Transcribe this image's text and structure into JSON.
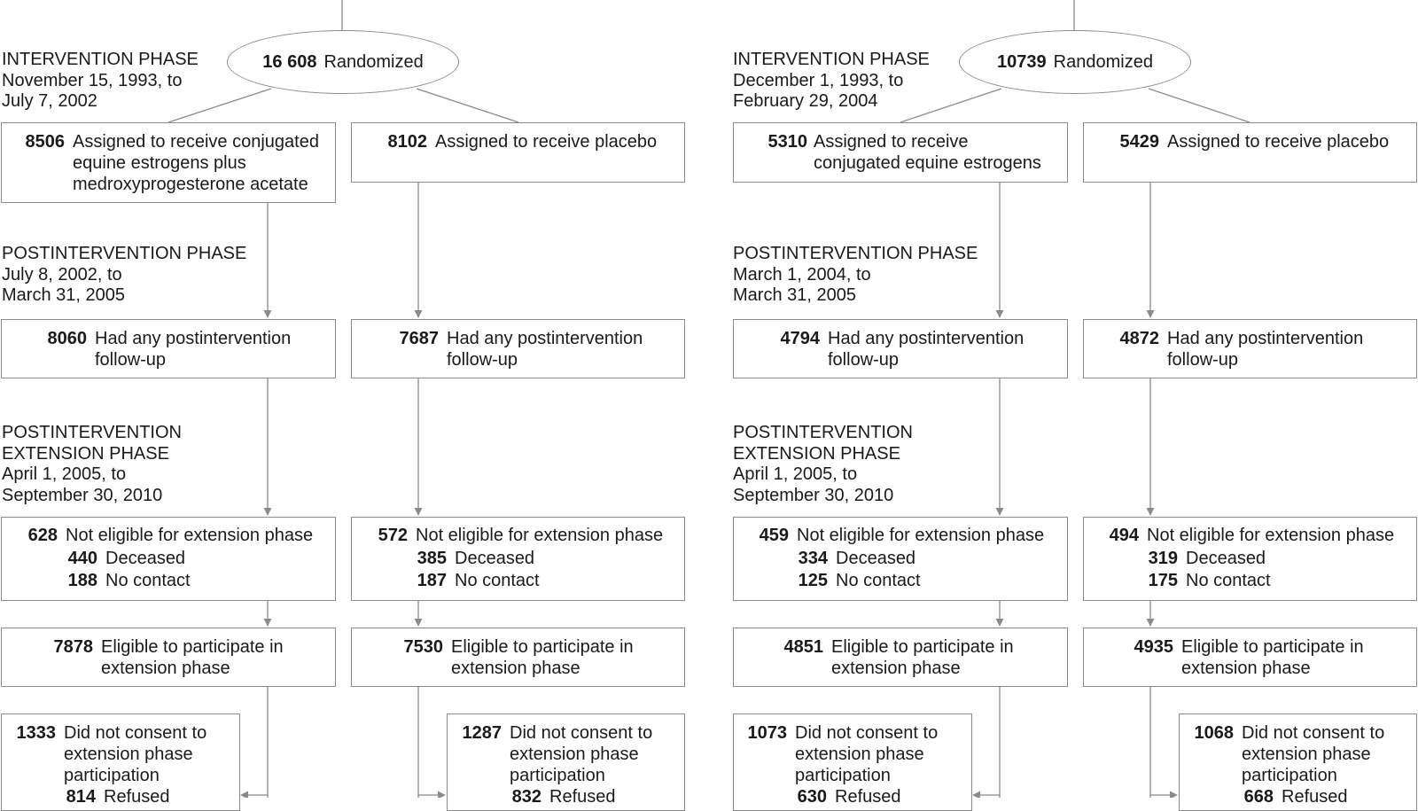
{
  "left": {
    "randomized": {
      "num": "16 608",
      "label": "Randomized"
    },
    "intervention_phase": [
      "INTERVENTION PHASE",
      "November 15, 1993, to",
      "July 7, 2002"
    ],
    "postintervention_phase": [
      "POSTINTERVENTION PHASE",
      "July 8, 2002, to",
      "March 31, 2005"
    ],
    "extension_phase": [
      "POSTINTERVENTION",
      "EXTENSION PHASE",
      "April 1, 2005, to",
      "September 30, 2010"
    ],
    "arm_a": {
      "assigned": {
        "num": "8506",
        "lines": [
          "Assigned to receive conjugated",
          "equine estrogens plus",
          "medroxyprogesterone acetate"
        ]
      },
      "followup": {
        "num": "8060",
        "lines": [
          "Had any postintervention",
          "follow-up"
        ]
      },
      "not_eligible": {
        "num": "628",
        "label": "Not eligible for extension phase",
        "deceased_num": "440",
        "deceased": "Deceased",
        "nocontact_num": "188",
        "nocontact": "No contact"
      },
      "eligible": {
        "num": "7878",
        "lines": [
          "Eligible to participate in",
          "extension phase"
        ]
      },
      "no_consent": {
        "num": "1333",
        "lines": [
          "Did not consent to",
          "extension phase",
          "participation"
        ],
        "refused_num": "814",
        "refused": "Refused"
      }
    },
    "arm_b": {
      "assigned": {
        "num": "8102",
        "lines": [
          "Assigned to receive placebo"
        ]
      },
      "followup": {
        "num": "7687",
        "lines": [
          "Had any postintervention",
          "follow-up"
        ]
      },
      "not_eligible": {
        "num": "572",
        "label": "Not eligible for extension phase",
        "deceased_num": "385",
        "deceased": "Deceased",
        "nocontact_num": "187",
        "nocontact": "No contact"
      },
      "eligible": {
        "num": "7530",
        "lines": [
          "Eligible to participate in",
          "extension phase"
        ]
      },
      "no_consent": {
        "num": "1287",
        "lines": [
          "Did not consent to",
          "extension phase",
          "participation"
        ],
        "refused_num": "832",
        "refused": "Refused"
      }
    }
  },
  "right": {
    "randomized": {
      "num": "10739",
      "label": "Randomized"
    },
    "intervention_phase": [
      "INTERVENTION PHASE",
      "December 1, 1993, to",
      "February 29, 2004"
    ],
    "postintervention_phase": [
      "POSTINTERVENTION PHASE",
      "March 1, 2004, to",
      "March 31, 2005"
    ],
    "extension_phase": [
      "POSTINTERVENTION",
      "EXTENSION PHASE",
      "April 1, 2005, to",
      "September 30, 2010"
    ],
    "arm_a": {
      "assigned": {
        "num": "5310",
        "lines": [
          "Assigned to receive",
          "conjugated equine estrogens"
        ]
      },
      "followup": {
        "num": "4794",
        "lines": [
          "Had any postintervention",
          "follow-up"
        ]
      },
      "not_eligible": {
        "num": "459",
        "label": "Not eligible for extension phase",
        "deceased_num": "334",
        "deceased": "Deceased",
        "nocontact_num": "125",
        "nocontact": "No contact"
      },
      "eligible": {
        "num": "4851",
        "lines": [
          "Eligible to participate in",
          "extension phase"
        ]
      },
      "no_consent": {
        "num": "1073",
        "lines": [
          "Did not consent to",
          "extension phase",
          "participation"
        ],
        "refused_num": "630",
        "refused": "Refused"
      }
    },
    "arm_b": {
      "assigned": {
        "num": "5429",
        "lines": [
          "Assigned to receive placebo"
        ]
      },
      "followup": {
        "num": "4872",
        "lines": [
          "Had any postintervention",
          "follow-up"
        ]
      },
      "not_eligible": {
        "num": "494",
        "label": "Not eligible for extension phase",
        "deceased_num": "319",
        "deceased": "Deceased",
        "nocontact_num": "175",
        "nocontact": "No contact"
      },
      "eligible": {
        "num": "4935",
        "lines": [
          "Eligible to participate in",
          "extension phase"
        ]
      },
      "no_consent": {
        "num": "1068",
        "lines": [
          "Did not consent to",
          "extension phase",
          "participation"
        ],
        "refused_num": "668",
        "refused": "Refused"
      }
    }
  }
}
